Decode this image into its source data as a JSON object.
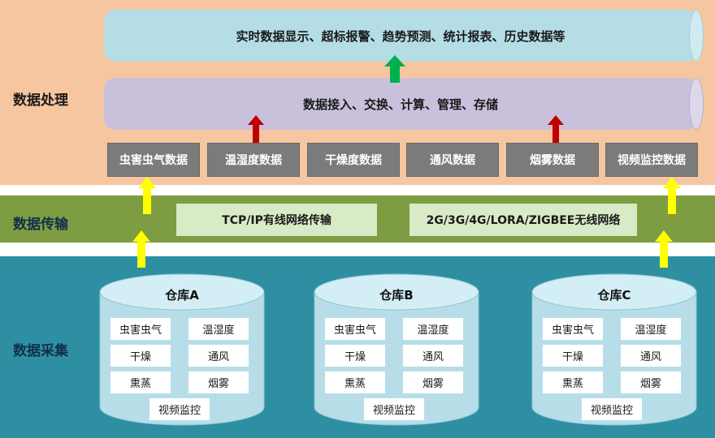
{
  "layers": {
    "processing": "数据处理",
    "transport": "数据传输",
    "collection": "数据采集"
  },
  "pipes": {
    "top": "实时数据显示、超标报警、趋势预测、统计报表、历史数据等",
    "middle": "数据接入、交换、计算、管理、存储"
  },
  "data_types": [
    "虫害虫气数据",
    "温湿度数据",
    "干燥度数据",
    "通风数据",
    "烟雾数据",
    "视频监控数据"
  ],
  "networks": {
    "wired": "TCP/IP有线网络传输",
    "wireless": "2G/3G/4G/LORA/ZIGBEE无线网络"
  },
  "warehouses": [
    {
      "name": "仓库A",
      "items": [
        "虫害虫气",
        "温湿度",
        "干燥",
        "通风",
        "熏蒸",
        "烟雾",
        "视频监控"
      ]
    },
    {
      "name": "仓库B",
      "items": [
        "虫害虫气",
        "温湿度",
        "干燥",
        "通风",
        "熏蒸",
        "烟雾",
        "视频监控"
      ]
    },
    {
      "name": "仓库C",
      "items": [
        "虫害虫气",
        "温湿度",
        "干燥",
        "通风",
        "熏蒸",
        "烟雾",
        "视频监控"
      ]
    }
  ],
  "colors": {
    "processing_band": "#f6c6a0",
    "transport_band": "#7e9c42",
    "collection_band": "#2e8fa3",
    "upward_arrow_yellow": "#ffff00",
    "upward_arrow_red": "#c00000",
    "upward_arrow_green": "#00b050"
  }
}
